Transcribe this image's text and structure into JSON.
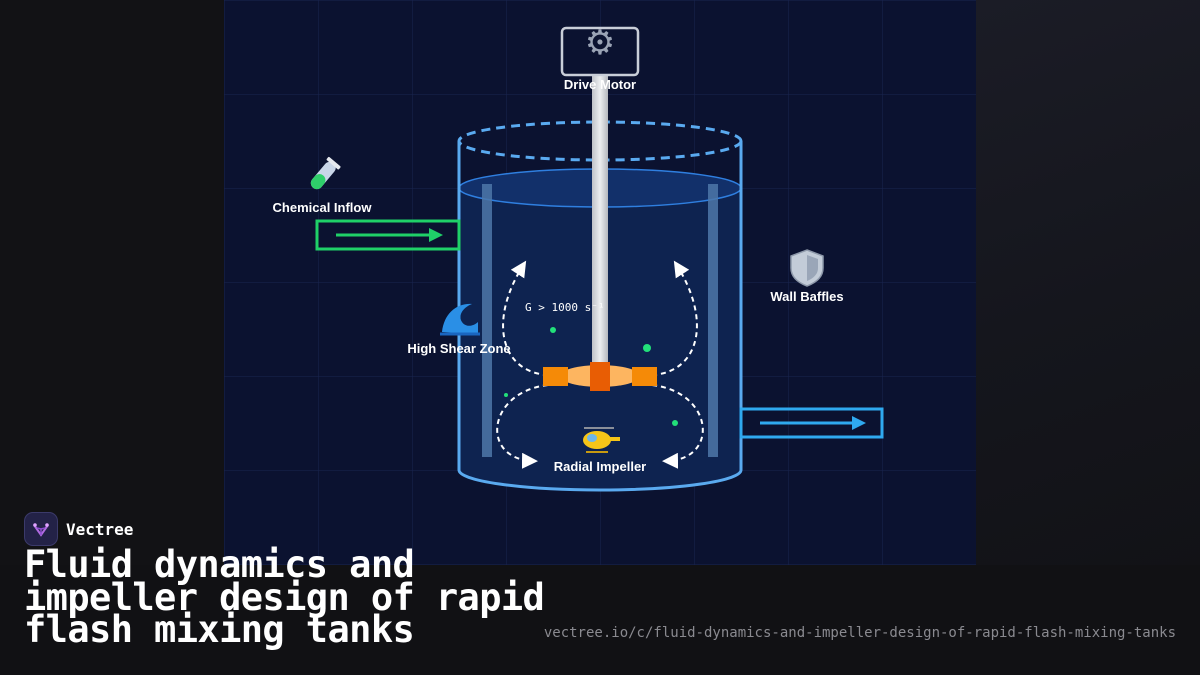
{
  "diagram": {
    "labels": {
      "drive_motor": "Drive Motor",
      "chemical_inflow": "Chemical Inflow",
      "wall_baffles": "Wall Baffles",
      "high_shear_zone": "High Shear Zone",
      "radial_impeller": "Radial Impeller",
      "shear_rate": "G > 1000 s⁻¹"
    },
    "icons": {
      "drive_motor": "gear-icon",
      "chemical_inflow": "test-tube-icon",
      "wall_baffles": "shield-icon",
      "high_shear_zone": "wave-icon",
      "radial_impeller": "helicopter-icon"
    },
    "colors": {
      "background": "#0b1230",
      "tank_outline": "#5aaaf0",
      "water": "#0e2350",
      "inflow_pipe": "#1fd068",
      "outflow_pipe": "#2fa9ef",
      "impeller": "#f58a07",
      "impeller_hub": "#e85d04",
      "shaft": "#d8d8dc",
      "particles": "#22e07a"
    }
  },
  "footer": {
    "brand": "Vectree",
    "title": "Fluid dynamics and impeller design of rapid flash mixing tanks",
    "url": "vectree.io/c/fluid-dynamics-and-impeller-design-of-rapid-flash-mixing-tanks"
  }
}
